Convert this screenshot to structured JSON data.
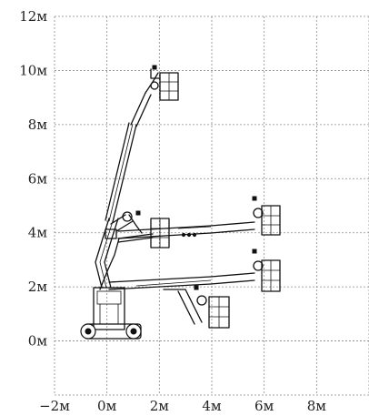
{
  "chart_data": {
    "type": "diagram",
    "title": "",
    "xlabel": "",
    "ylabel": "",
    "xlim": [
      -2,
      10
    ],
    "ylim": [
      -2,
      12
    ],
    "x_ticks": [
      {
        "value": -2,
        "label": "−2м"
      },
      {
        "value": 0,
        "label": "0м"
      },
      {
        "value": 2,
        "label": "2м"
      },
      {
        "value": 4,
        "label": "4м"
      },
      {
        "value": 6,
        "label": "6м"
      },
      {
        "value": 8,
        "label": "8м"
      }
    ],
    "y_ticks": [
      {
        "value": 0,
        "label": "0м"
      },
      {
        "value": 2,
        "label": "2м"
      },
      {
        "value": 4,
        "label": "4м"
      },
      {
        "value": 6,
        "label": "6м"
      },
      {
        "value": 8,
        "label": "8м"
      },
      {
        "value": 10,
        "label": "10м"
      },
      {
        "value": 12,
        "label": "12м"
      }
    ],
    "grid": true,
    "working_positions": [
      {
        "reach_x": 2.0,
        "height_y": 9.5
      },
      {
        "reach_x": 2.0,
        "height_y": 4.1
      },
      {
        "reach_x": 6.2,
        "height_y": 4.1
      },
      {
        "reach_x": 6.2,
        "height_y": 2.2
      },
      {
        "reach_x": 4.2,
        "height_y": 1.0
      }
    ],
    "colors": {
      "lines": "#111111",
      "grid": "#8a8a8a",
      "background": "#ffffff"
    }
  }
}
